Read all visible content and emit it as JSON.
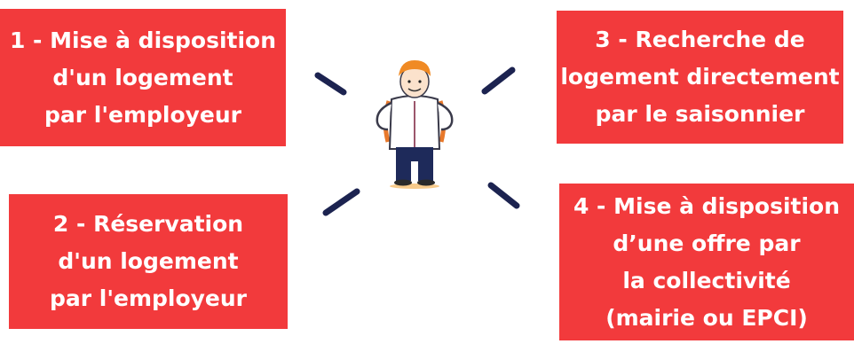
{
  "boxes": [
    {
      "lines": [
        "1 - Mise à disposition",
        "d'un logement",
        "par l'employeur"
      ]
    },
    {
      "lines": [
        "2 - Réservation",
        "d'un logement",
        "par l'employeur"
      ]
    },
    {
      "lines": [
        "3 - Recherche de",
        "logement directement",
        "par le saisonnier"
      ]
    },
    {
      "lines": [
        "4 - Mise à disposition",
        "d’une offre par",
        "la collectivité",
        "(mairie ou EPCI)"
      ]
    }
  ],
  "colors": {
    "box_fill": "#f23a3c",
    "box_text": "#ffffff",
    "connector": "#1c2350",
    "hair": "#f08a24",
    "trousers": "#1e2a5a"
  },
  "icons": {
    "figure": "seasonal-worker-figure"
  }
}
